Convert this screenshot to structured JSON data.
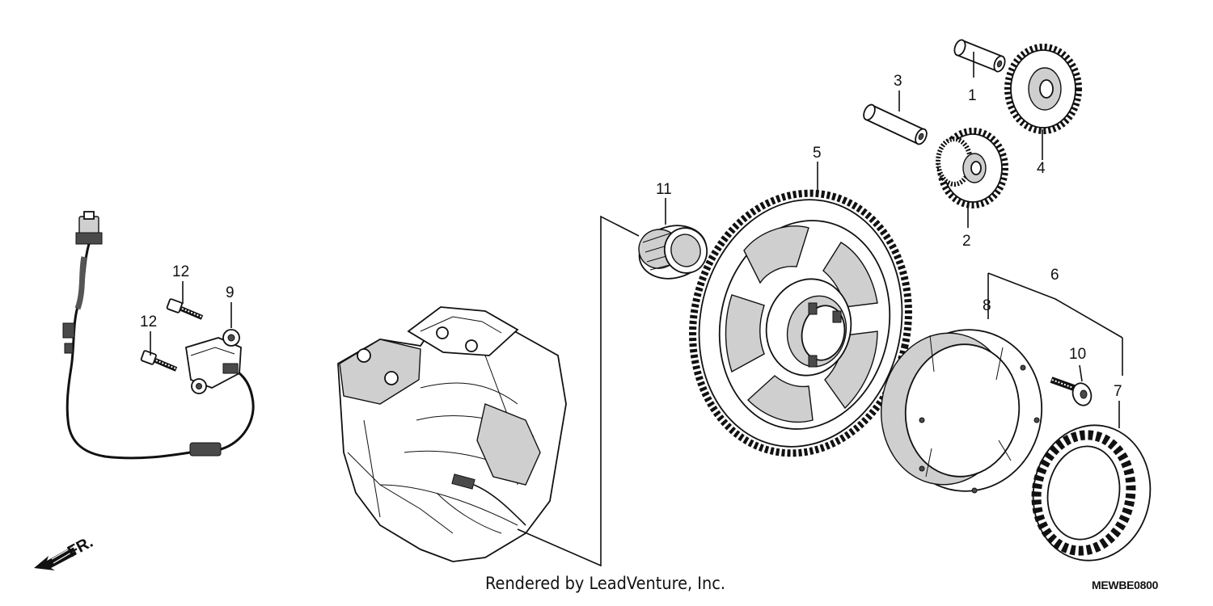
{
  "diagram": {
    "callouts": [
      "1",
      "2",
      "3",
      "4",
      "5",
      "6",
      "7",
      "8",
      "9",
      "10",
      "11",
      "12",
      "12"
    ],
    "front_indicator": "FR.",
    "credit": "Rendered by LeadVenture, Inc.",
    "diagram_code": "MEWBE0800"
  }
}
